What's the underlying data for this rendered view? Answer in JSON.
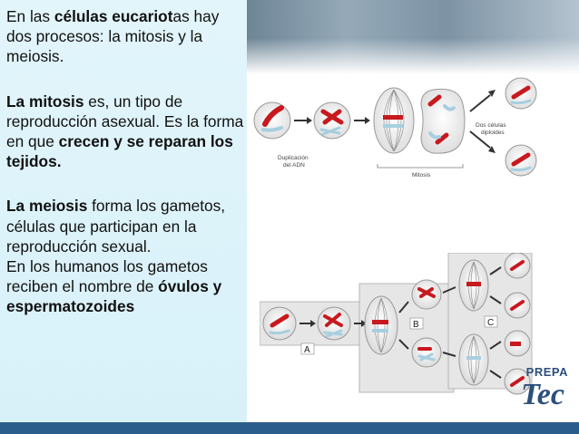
{
  "paragraph1": {
    "a": "En las ",
    "b": "células eucariot",
    "c": "as hay dos procesos: la mitosis y la meiosis."
  },
  "paragraph2": {
    "a": "La mitosis",
    "b": " es, un tipo de reproducción asexual. Es la forma en que ",
    "c": "crecen y se reparan los tejidos."
  },
  "paragraph3": {
    "a": "La meiosis",
    "b": " forma los gametos,  células que participan en la reproducción sexual."
  },
  "paragraph4": {
    "a": "En los humanos los gametos reciben el nombre de ",
    "b": "óvulos y espermatozoides"
  },
  "mitosis_diagram": {
    "label_duplication_1": "Duplicación",
    "label_duplication_2": "del ADN",
    "label_mitosis": "Mitosis",
    "label_two_cells_1": "Dos células",
    "label_two_cells_2": "diploides"
  },
  "meiosis_diagram": {
    "label_a": "A",
    "label_b": "B",
    "label_c": "C"
  },
  "logo": {
    "top": "PREPA",
    "bottom": "Tec"
  },
  "colors": {
    "panel": "#dff4fa",
    "chromosome_red": "#c8191e",
    "chromosome_blue": "#a7cfe0",
    "footer": "#2b5d8c"
  }
}
